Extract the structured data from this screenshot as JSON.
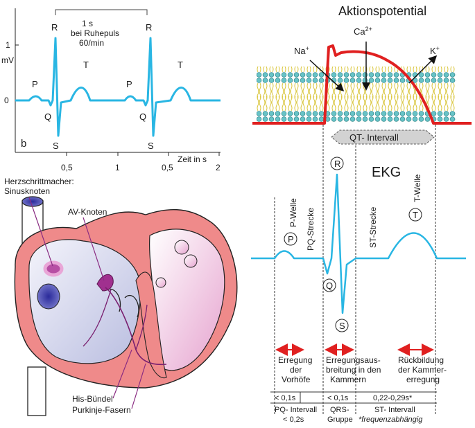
{
  "ecg_top": {
    "panel_letter": "b",
    "y_unit": "mV",
    "y_tick_1": "1",
    "y_tick_0": "0",
    "bracket_line1": "1 s",
    "bracket_line2": "bei Ruhepuls",
    "bracket_line3": "60/min",
    "x_label": "Zeit in s",
    "x_tick_1": "0,5",
    "x_tick_2": "1",
    "x_tick_3": "0,5",
    "x_tick_4": "2",
    "wave_labels": {
      "p1": "P",
      "q1": "Q",
      "r1": "R",
      "s1": "S",
      "t1": "T",
      "p2": "P",
      "q2": "Q",
      "r2": "R",
      "s2": "S",
      "t2": "T"
    },
    "color_trace": "#29b6e3"
  },
  "heart": {
    "label_pacemaker_1": "Herzschrittmacher:",
    "label_pacemaker_2": "Sinusknoten",
    "label_av": "AV-Knoten",
    "label_his": "His-Bündel",
    "label_purkinje": "Purkinje-Fasern",
    "color_muscle": "#ef8a8a",
    "color_chamber": "#c9cde6",
    "color_node": "#a0308f"
  },
  "action_potential": {
    "title": "Aktionspotential",
    "na": "Na",
    "ca": "Ca",
    "ca_sup": "2+",
    "k": "K",
    "plus": "+",
    "qt_interval": "QT- Intervall",
    "color_ap": "#e02020"
  },
  "ekg": {
    "title": "EKG",
    "p_welle": "P-Welle",
    "pq_strecke": "PQ-Strecke",
    "st_strecke": "ST-Strecke",
    "t_welle": "T-Welle",
    "circle_p": "P",
    "circle_q": "Q",
    "circle_r": "R",
    "circle_s": "S",
    "circle_t": "T"
  },
  "phases": [
    {
      "l1": "Erregung",
      "l2": "der",
      "l3": "Vorhöfe"
    },
    {
      "l1": "Erregungsaus-",
      "l2": "breitung in den",
      "l3": "Kammern"
    },
    {
      "l1": "Rückbildung",
      "l2": "der Kammer-",
      "l3": "erregung"
    }
  ],
  "table": {
    "pq_value": "< 0,1s",
    "qrs_value": "< 0,1s",
    "qt_value": "0,22-0,29s*",
    "pq_label_1": "PQ- Intervall",
    "pq_label_2": "< 0,2s",
    "qrs_label_1": "QRS-",
    "qrs_label_2": "Gruppe",
    "st_label_1": "ST- Intervall",
    "st_label_2": "*frequenzabhängig"
  }
}
